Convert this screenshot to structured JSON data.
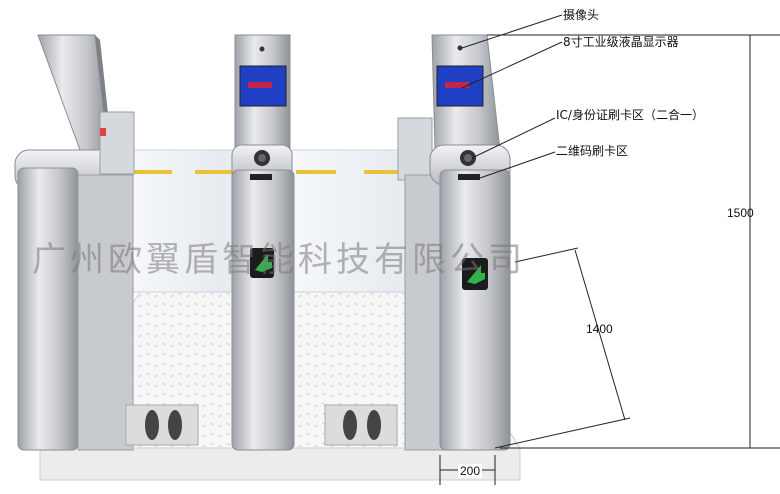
{
  "callouts": {
    "camera": "摄像头",
    "lcd": "8寸工业级液晶显示器",
    "ic_card": "IC/身份证刷卡区（二合一）",
    "qr_code": "二维码刷卡区"
  },
  "dimensions": {
    "height_total": "1500",
    "height_cabinet": "1400",
    "width": "200"
  },
  "watermark": "广州欧翼盾智能科技有限公司",
  "colors": {
    "screen": "#1f3fc4",
    "arrow": "#2fb34a",
    "steel": "#c9ccd1",
    "glass": "#eef3f6",
    "floor": "#f6f6f6",
    "footprint": "#444444"
  }
}
